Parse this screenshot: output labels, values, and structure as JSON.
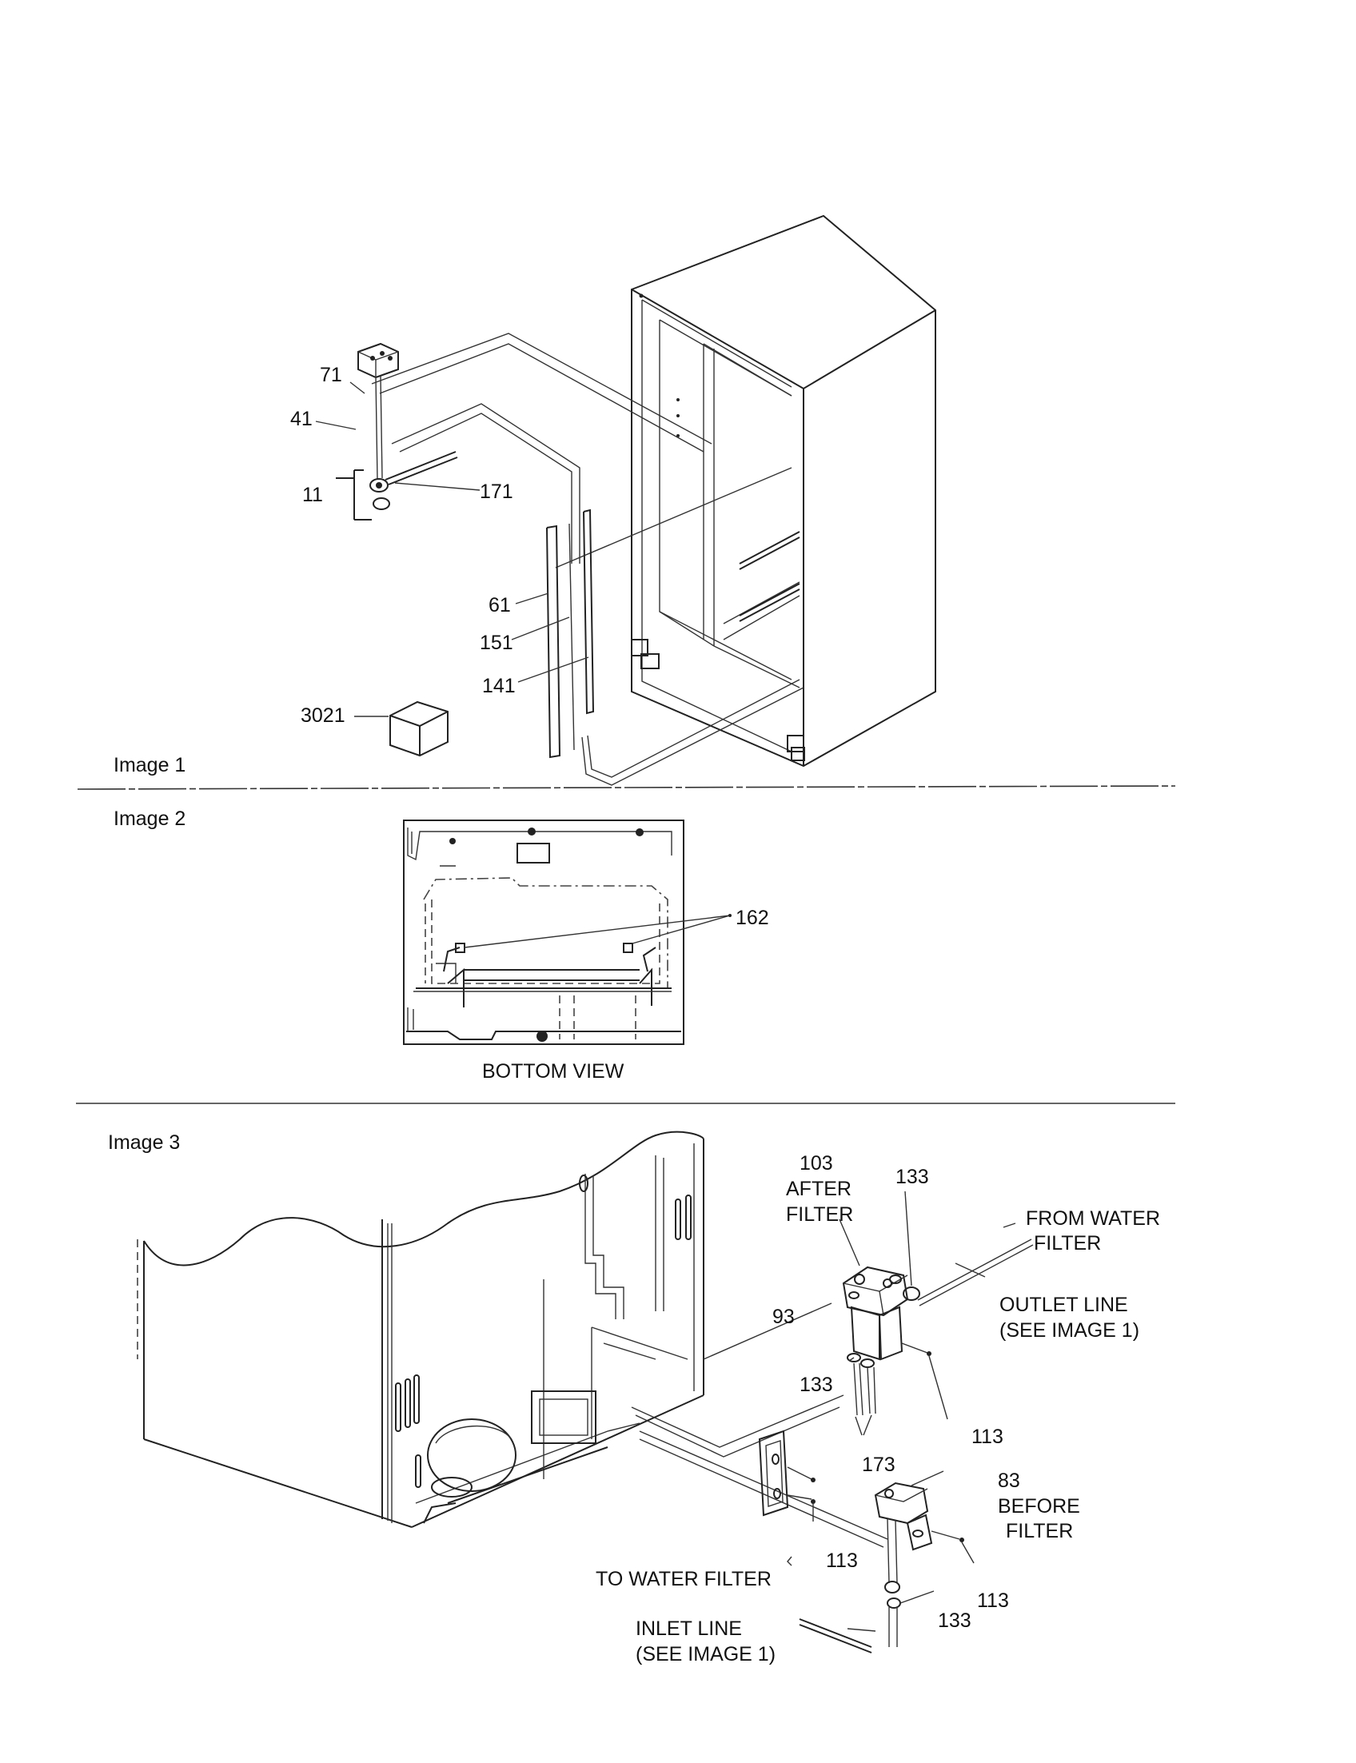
{
  "sections": [
    {
      "id": "image1",
      "title": "Image 1"
    },
    {
      "id": "image2",
      "title": "Image 2",
      "caption": "BOTTOM VIEW"
    },
    {
      "id": "image3",
      "title": "Image 3"
    }
  ],
  "callouts": {
    "c71": "71",
    "c41": "41",
    "c11": "11",
    "c171": "171",
    "c61": "61",
    "c151": "151",
    "c141": "141",
    "c3021": "3021",
    "c162": "162",
    "c103": "103",
    "after_filter_1": "AFTER",
    "after_filter_2": "FILTER",
    "c133a": "133",
    "from_water_1": "FROM WATER",
    "from_water_2": "FILTER",
    "outlet_1": "OUTLET LINE",
    "outlet_2": "(SEE IMAGE 1)",
    "c93": "93",
    "c133b": "133",
    "c113a": "113",
    "c173": "173",
    "c83": "83",
    "before_filter_1": "BEFORE",
    "before_filter_2": "FILTER",
    "c113b": "113",
    "c113c": "113",
    "to_water": "TO WATER FILTER",
    "c133c": "133",
    "inlet_1": "INLET LINE",
    "inlet_2": "(SEE IMAGE 1)"
  }
}
